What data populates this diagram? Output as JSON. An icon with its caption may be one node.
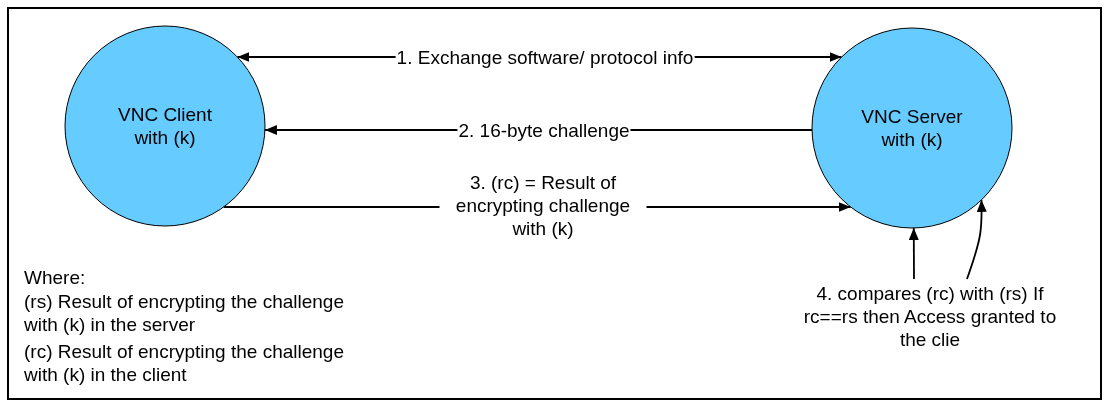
{
  "diagram": {
    "nodes": [
      {
        "text": [
          "VNC Client with (k)"
        ]
      },
      {
        "text": [
          "VNC Server with (k)"
        ]
      },
      {
        "text": [
          "4. compares (rc) with (rs) If rc==rs then Access granted to the clie"
        ]
      }
    ],
    "edges": [
      {
        "from": 0,
        "to": 1,
        "arrow": "both",
        "label": "1. Exchange software/ protocol info"
      },
      {
        "from": 1,
        "to": 0,
        "arrow": "to",
        "label": "2. 16-byte challenge"
      },
      {
        "from": 0,
        "to": 1,
        "arrow": "to",
        "label": "3. (rc) = Result of encrypting challenge with (k)"
      },
      {
        "from": 2,
        "to": 1,
        "arrow": "to"
      },
      {
        "from": 2,
        "to": 1,
        "arrow": "to"
      }
    ],
    "labels": [
      "Where:",
      "(rs) Result of encrypting the challenge with (k) in the server",
      "(rc) Result of encrypting the challenge with (k) in the client"
    ]
  }
}
